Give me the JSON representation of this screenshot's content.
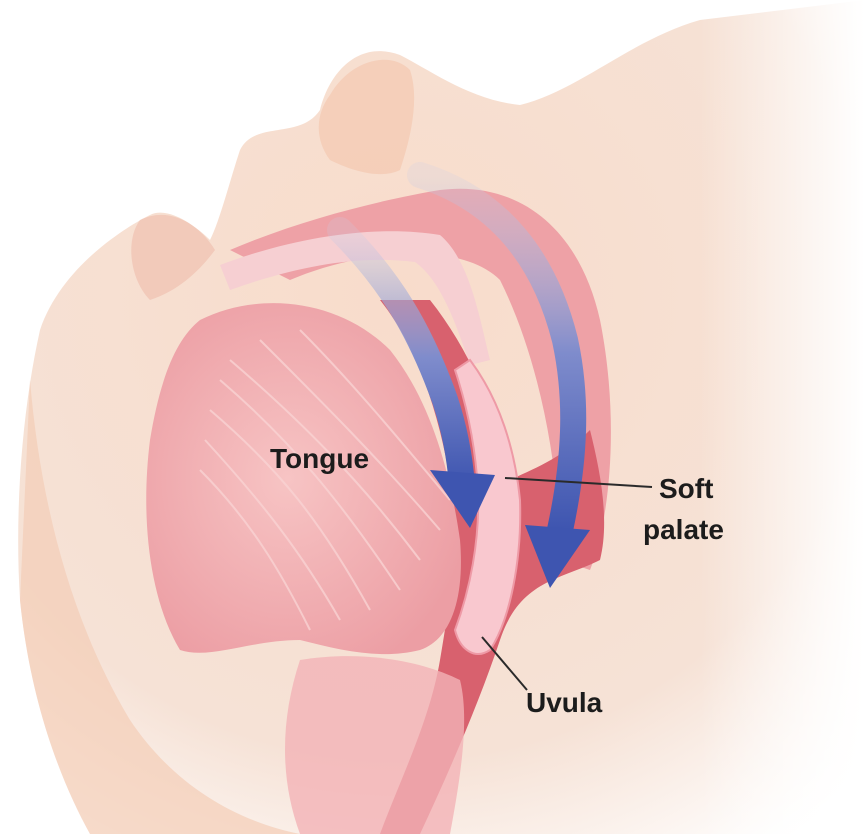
{
  "labels": {
    "tongue": "Tongue",
    "soft_palate_line1": "Soft",
    "soft_palate_line2": "palate",
    "uvula": "Uvula"
  },
  "colors": {
    "skin": "#f6d7c6",
    "tongue": "#f2a9ad",
    "tissue": "#e98c95",
    "airway": "#d65a68",
    "palate": "#f9c8cf",
    "arrow": "#4e61b4",
    "leader": "#2a2a2a"
  }
}
